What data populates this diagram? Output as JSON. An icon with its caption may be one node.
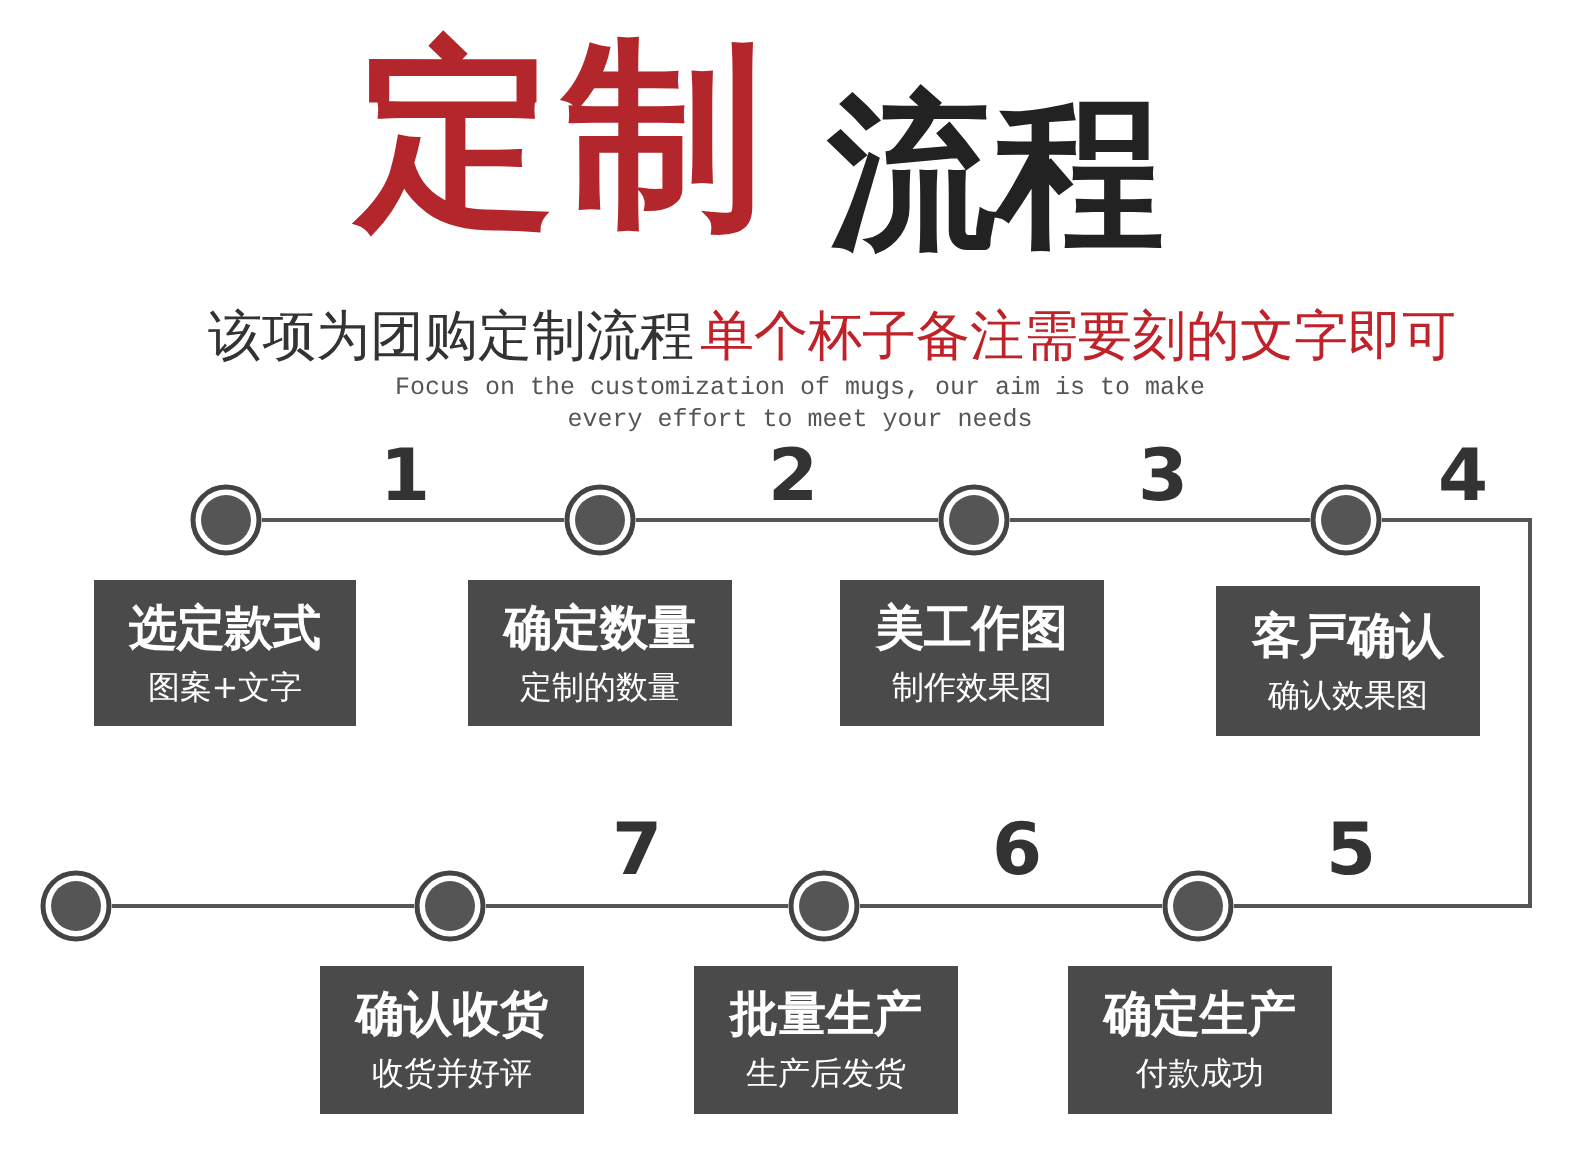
{
  "diagram": {
    "nodes": [
      {
        "text": [],
        "shape": "circle"
      },
      {
        "text": [],
        "shape": "circle"
      },
      {
        "text": [],
        "shape": "circle"
      },
      {
        "text": [],
        "shape": "circle"
      },
      {
        "text": [
          "选定款式",
          "图案+文字"
        ]
      },
      {
        "text": [
          "确定数量",
          "定制的数量"
        ]
      },
      {
        "text": [
          "美工作图",
          "制作效果图"
        ]
      },
      {
        "text": [
          "客戸确认",
          "确认效果图"
        ]
      },
      {
        "text": [],
        "shape": "circle"
      },
      {
        "text": [],
        "shape": "circle"
      },
      {
        "text": [],
        "shape": "circle"
      },
      {
        "text": [],
        "shape": "circle"
      },
      {
        "text": [
          "确认收货",
          "收货并好评"
        ]
      },
      {
        "text": [
          "批量生产",
          "生产后发货"
        ]
      },
      {
        "text": [
          "确定生产",
          "付款成功"
        ]
      }
    ],
    "edges": [
      {
        "from": 0,
        "to": 1,
        "arrow": "none"
      },
      {
        "from": 1,
        "to": 2,
        "arrow": "none"
      },
      {
        "from": 2,
        "to": 3,
        "arrow": "none"
      },
      {
        "from": 3,
        "to": 11,
        "arrow": "none"
      },
      {
        "from": 11,
        "to": 10,
        "arrow": "none"
      },
      {
        "from": 10,
        "to": 9,
        "arrow": "none"
      },
      {
        "from": 9,
        "to": 8,
        "arrow": "none"
      }
    ],
    "labels": [
      "定制",
      "流程",
      "该项为团购定制流程",
      "单个杯子备注需要刻的文字即可",
      "Focus on the customization of mugs, our aim is to make every effort to meet your needs",
      "1",
      "2",
      "3",
      "4",
      "5",
      "6",
      "7"
    ]
  }
}
